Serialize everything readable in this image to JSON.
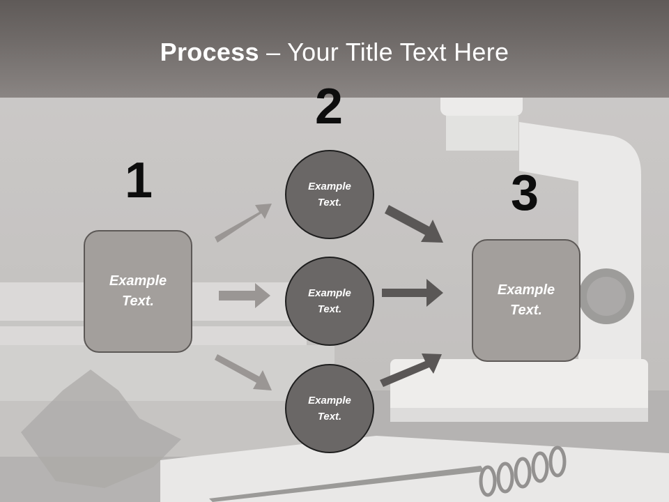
{
  "title": {
    "bold": "Process",
    "rest": " – Your Title Text Here"
  },
  "steps": {
    "one": {
      "number": "1",
      "text": "Example\nText."
    },
    "two": {
      "number": "2",
      "items": [
        "Example\nText.",
        "Example\nText.",
        "Example\nText."
      ]
    },
    "three": {
      "number": "3",
      "text": "Example\nText."
    }
  },
  "colors": {
    "box_fill": "#a39f9c",
    "circle_fill": "#6a6766",
    "arrow_light": "#9a9694",
    "arrow_dark": "#5a5756"
  }
}
